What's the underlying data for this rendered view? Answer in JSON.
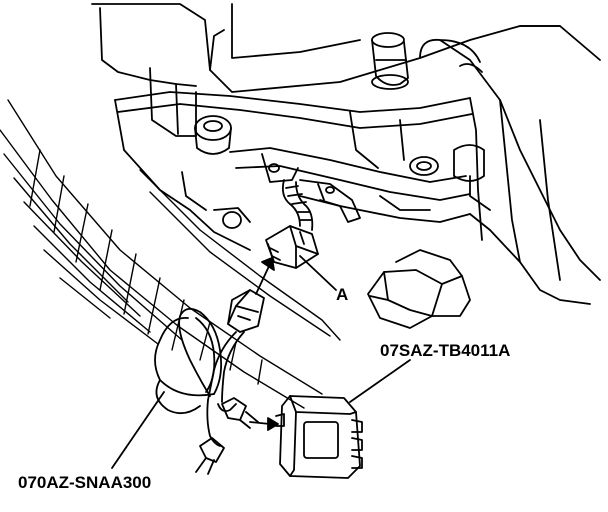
{
  "labels": {
    "callout_a": "A",
    "tester_part_number": "07SAZ-TB4011A",
    "harness_part_number": "070AZ-SNAA300"
  }
}
